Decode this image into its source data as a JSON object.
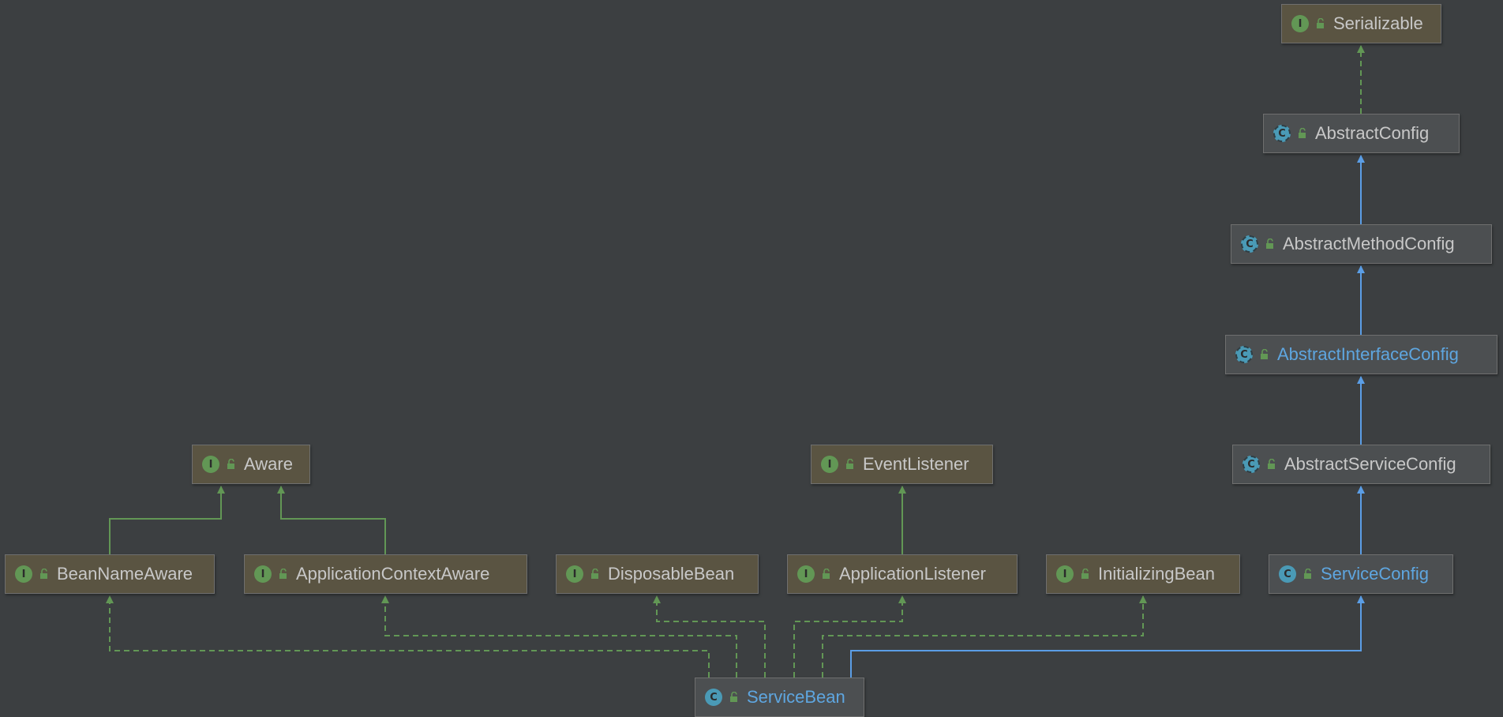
{
  "colors": {
    "background": "#3c3f41",
    "interface_fill": "#5a5442",
    "class_fill": "#4c4f51",
    "implements_edge": "#629755",
    "extends_edge": "#5b9ee6",
    "interface_badge": "#629755",
    "class_badge": "#4a9ab6",
    "highlight_text": "#5ea6e0",
    "text": "#c8c8c8"
  },
  "legend_icons": {
    "interface": "interface-icon",
    "class": "class-icon",
    "abstract_class": "abstract-class-icon",
    "public": "public-access-icon"
  },
  "nodes": {
    "serializable": {
      "name": "Serializable",
      "kind": "interface",
      "badge": "I"
    },
    "abstract_config": {
      "name": "AbstractConfig",
      "kind": "abstract",
      "badge": "C"
    },
    "abstract_method_config": {
      "name": "AbstractMethodConfig",
      "kind": "abstract",
      "badge": "C"
    },
    "abstract_interface_config": {
      "name": "AbstractInterfaceConfig",
      "kind": "abstract",
      "badge": "C"
    },
    "abstract_service_config": {
      "name": "AbstractServiceConfig",
      "kind": "abstract",
      "badge": "C"
    },
    "service_config": {
      "name": "ServiceConfig",
      "kind": "class",
      "badge": "C"
    },
    "aware": {
      "name": "Aware",
      "kind": "interface",
      "badge": "I"
    },
    "event_listener": {
      "name": "EventListener",
      "kind": "interface",
      "badge": "I"
    },
    "bean_name_aware": {
      "name": "BeanNameAware",
      "kind": "interface",
      "badge": "I"
    },
    "application_context_aware": {
      "name": "ApplicationContextAware",
      "kind": "interface",
      "badge": "I"
    },
    "disposable_bean": {
      "name": "DisposableBean",
      "kind": "interface",
      "badge": "I"
    },
    "application_listener": {
      "name": "ApplicationListener",
      "kind": "interface",
      "badge": "I"
    },
    "initializing_bean": {
      "name": "InitializingBean",
      "kind": "interface",
      "badge": "I"
    },
    "service_bean": {
      "name": "ServiceBean",
      "kind": "class",
      "badge": "C"
    }
  },
  "edges": [
    {
      "from": "abstract_config",
      "to": "serializable",
      "type": "implements"
    },
    {
      "from": "abstract_method_config",
      "to": "abstract_config",
      "type": "extends"
    },
    {
      "from": "abstract_interface_config",
      "to": "abstract_method_config",
      "type": "extends"
    },
    {
      "from": "abstract_service_config",
      "to": "abstract_interface_config",
      "type": "extends"
    },
    {
      "from": "service_config",
      "to": "abstract_service_config",
      "type": "extends"
    },
    {
      "from": "bean_name_aware",
      "to": "aware",
      "type": "extends-interface"
    },
    {
      "from": "application_context_aware",
      "to": "aware",
      "type": "extends-interface"
    },
    {
      "from": "application_listener",
      "to": "event_listener",
      "type": "extends-interface"
    },
    {
      "from": "service_bean",
      "to": "bean_name_aware",
      "type": "implements"
    },
    {
      "from": "service_bean",
      "to": "application_context_aware",
      "type": "implements"
    },
    {
      "from": "service_bean",
      "to": "disposable_bean",
      "type": "implements"
    },
    {
      "from": "service_bean",
      "to": "application_listener",
      "type": "implements"
    },
    {
      "from": "service_bean",
      "to": "initializing_bean",
      "type": "implements"
    },
    {
      "from": "service_bean",
      "to": "service_config",
      "type": "extends"
    }
  ]
}
